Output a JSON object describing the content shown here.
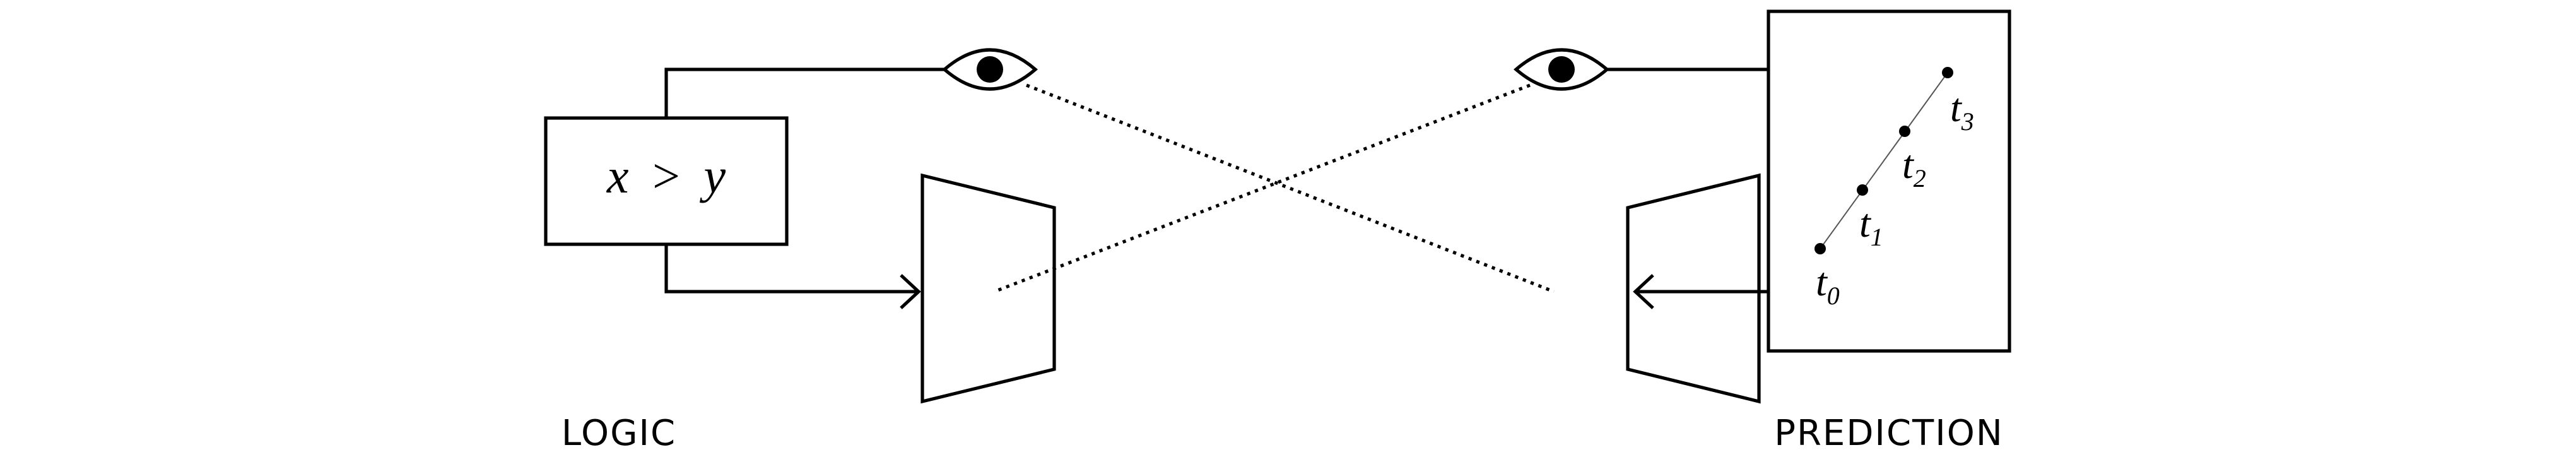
{
  "labels": {
    "logic": "LOGIC",
    "prediction": "PREDICTION"
  },
  "formula": {
    "lhs": "x",
    "op": ">",
    "rhs": "y"
  },
  "timeline": [
    {
      "base": "t",
      "sub": "0"
    },
    {
      "base": "t",
      "sub": "1"
    },
    {
      "base": "t",
      "sub": "2"
    },
    {
      "base": "t",
      "sub": "3"
    }
  ],
  "icons": {
    "left_eye": "eye-icon",
    "right_eye": "eye-icon"
  },
  "colors": {
    "ink": "#000000",
    "background": "#ffffff"
  }
}
